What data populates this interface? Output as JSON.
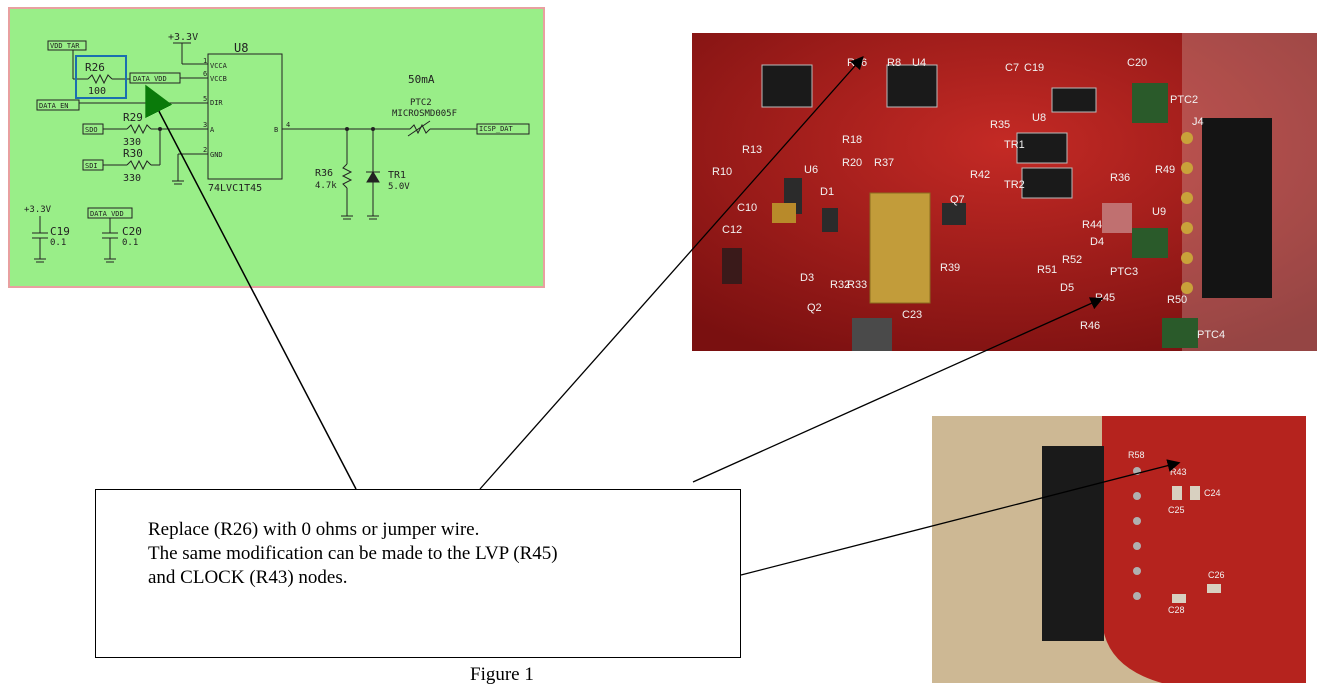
{
  "schematic": {
    "labels": {
      "vdd_tar": "VDD_TAR",
      "r26": "R26",
      "r26_value": "100",
      "data_vdd": "DATA_VDD",
      "data_en": "DATA_EN",
      "sdo": "SDO",
      "sdi": "SDI",
      "r29": "R29",
      "r29_value": "330",
      "r30": "R30",
      "r30_value": "330",
      "vcc_top": "+3.3V",
      "u8": "U8",
      "vcca": "VCCA",
      "vccb": "VCCB",
      "dir": "DIR",
      "a": "A",
      "b": "B",
      "gnd": "GND",
      "pin1": "1",
      "pin6": "6",
      "pin5": "5",
      "pin3": "3",
      "pin2": "2",
      "pin4": "4",
      "part": "74LVC1T45",
      "current": "50mA",
      "ptc2": "PTC2",
      "ptc2_part": "MICROSMD005F",
      "icsp_dat": "ICSP_DAT",
      "r36": "R36",
      "r36_value": "4.7k",
      "tr1": "TR1",
      "tr1_value": "5.0V",
      "c19_vcc": "+3.3V",
      "c19": "C19",
      "c19_value": "0.1",
      "c20_net": "DATA_VDD",
      "c20": "C20",
      "c20_value": "0.1"
    }
  },
  "photo_top": {
    "labels": [
      "R26",
      "C19",
      "C20",
      "U8",
      "U4",
      "R8",
      "C7",
      "PTC2",
      "TR1",
      "TR2",
      "R36",
      "R49",
      "U9",
      "R44",
      "R52",
      "D4",
      "PTC3",
      "R51",
      "D5",
      "R45",
      "R46",
      "R50",
      "PTC4",
      "J4",
      "C23",
      "R39",
      "Q7",
      "R32",
      "R33",
      "D3",
      "Q2",
      "C12",
      "C10",
      "R13",
      "R10",
      "D1",
      "U6",
      "R18",
      "R20",
      "R37",
      "R42",
      "R35"
    ]
  },
  "photo_bottom": {
    "labels": [
      "R58",
      "R43",
      "C25",
      "C24",
      "C26",
      "C28"
    ]
  },
  "callout": {
    "line1": "Replace (R26) with 0 ohms or jumper wire.",
    "line2": "The same modification can be made to the LVP (R45)",
    "line3": "and CLOCK (R43) nodes."
  },
  "caption": "Figure 1",
  "colors": {
    "schematic_bg": "#99ee88",
    "highlight_box": "#1a6fb0",
    "pcb_red": "#a51c1c"
  }
}
